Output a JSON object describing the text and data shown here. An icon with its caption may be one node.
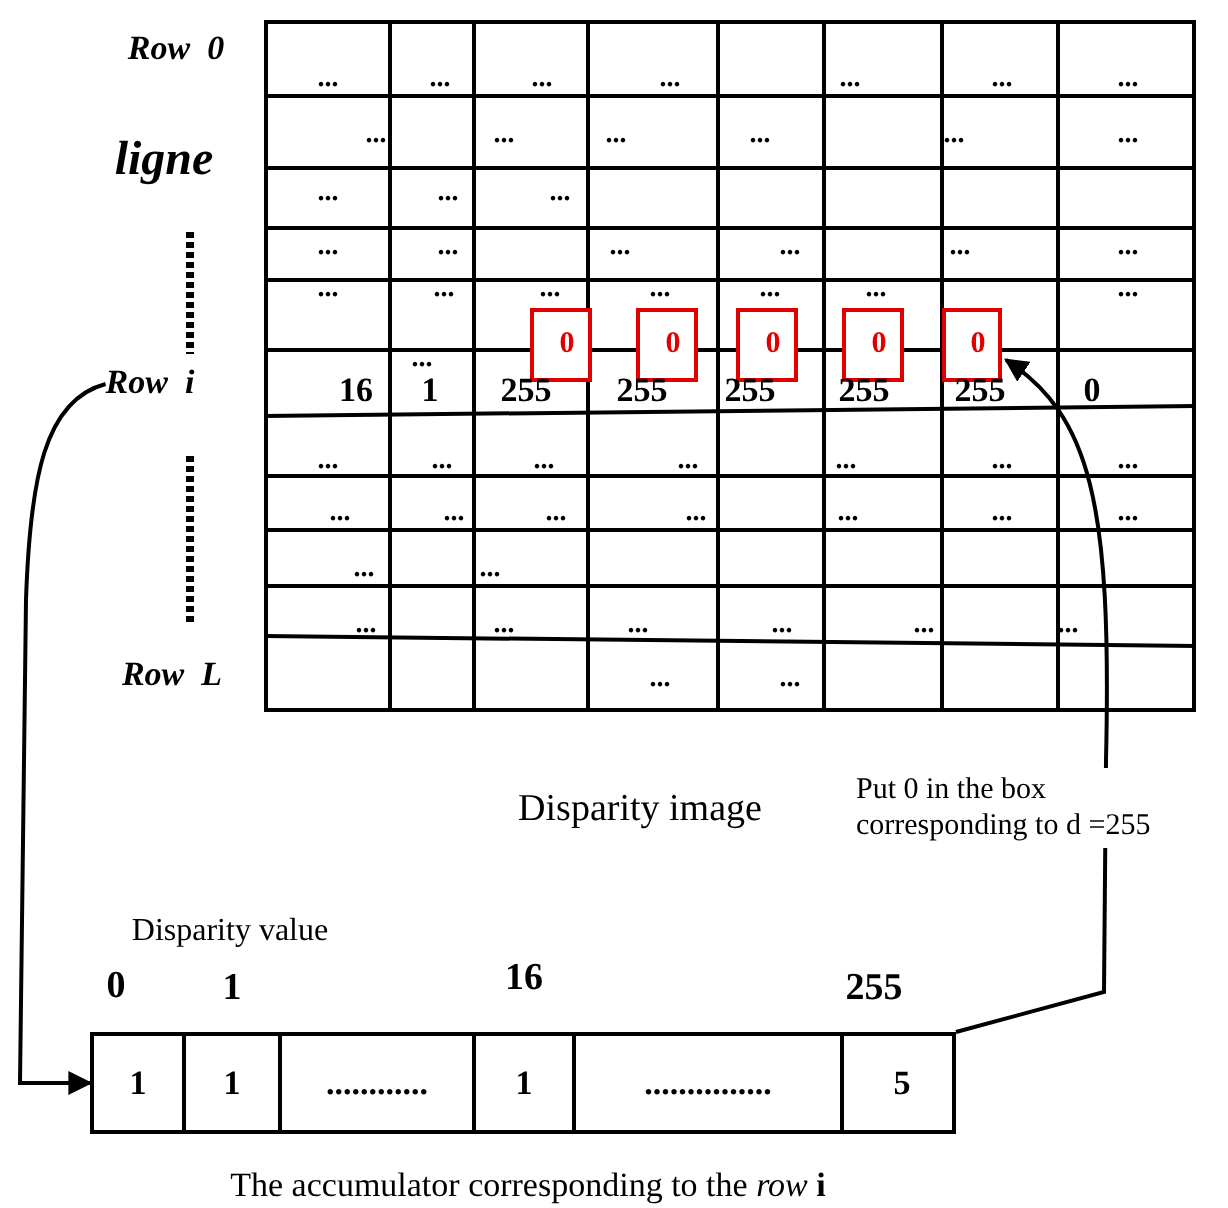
{
  "diagram": {
    "nodes": [
      {
        "text": [
          "Disparity image"
        ]
      },
      {
        "text": [
          "0"
        ],
        "in": 0
      },
      {
        "text": [
          "0"
        ],
        "in": 0
      },
      {
        "text": [
          "0"
        ],
        "in": 0
      },
      {
        "text": [
          "0"
        ],
        "in": 0
      },
      {
        "text": [
          "0"
        ],
        "in": 0
      },
      {
        "text": [
          "Row  i"
        ]
      },
      {
        "text": [
          "The accumulator corresponding to the *row* **i**"
        ]
      },
      {
        "text": [
          "1"
        ],
        "in": 7
      },
      {
        "text": [
          "1"
        ],
        "in": 7
      },
      {
        "text": [
          "............"
        ],
        "in": 7
      },
      {
        "text": [
          "1"
        ],
        "in": 7
      },
      {
        "text": [
          "..............."
        ],
        "in": 7
      },
      {
        "text": [
          "5"
        ],
        "in": 7
      }
    ],
    "edges": [
      {
        "from": 6,
        "to": 7,
        "arrow": "to"
      },
      {
        "from": 7,
        "to": 5,
        "arrow": "to",
        "label": "Put 0 in the box corresponding to d =255"
      }
    ],
    "labels": [
      "Row  0",
      "...",
      "...",
      "...",
      "...",
      "...",
      "...",
      "...",
      "ligne",
      "...",
      "...",
      "...",
      "...",
      "...",
      "...",
      "...",
      "...",
      "...",
      "...",
      "...",
      "...",
      "...",
      "...",
      "...",
      "...",
      "...",
      "...",
      "...",
      "...",
      "...",
      "...",
      "...",
      "16",
      "1",
      "255",
      "255",
      "255",
      "255",
      "255",
      "0",
      "...",
      "...",
      "...",
      "...",
      "...",
      "...",
      "...",
      "...",
      "...",
      "...",
      "...",
      "...",
      "...",
      "...",
      "...",
      "...",
      "...",
      "...",
      "...",
      "...",
      "...",
      "...",
      "Row  L",
      "...",
      "...",
      "Disparity value",
      "0",
      "1",
      "16",
      "255"
    ]
  }
}
